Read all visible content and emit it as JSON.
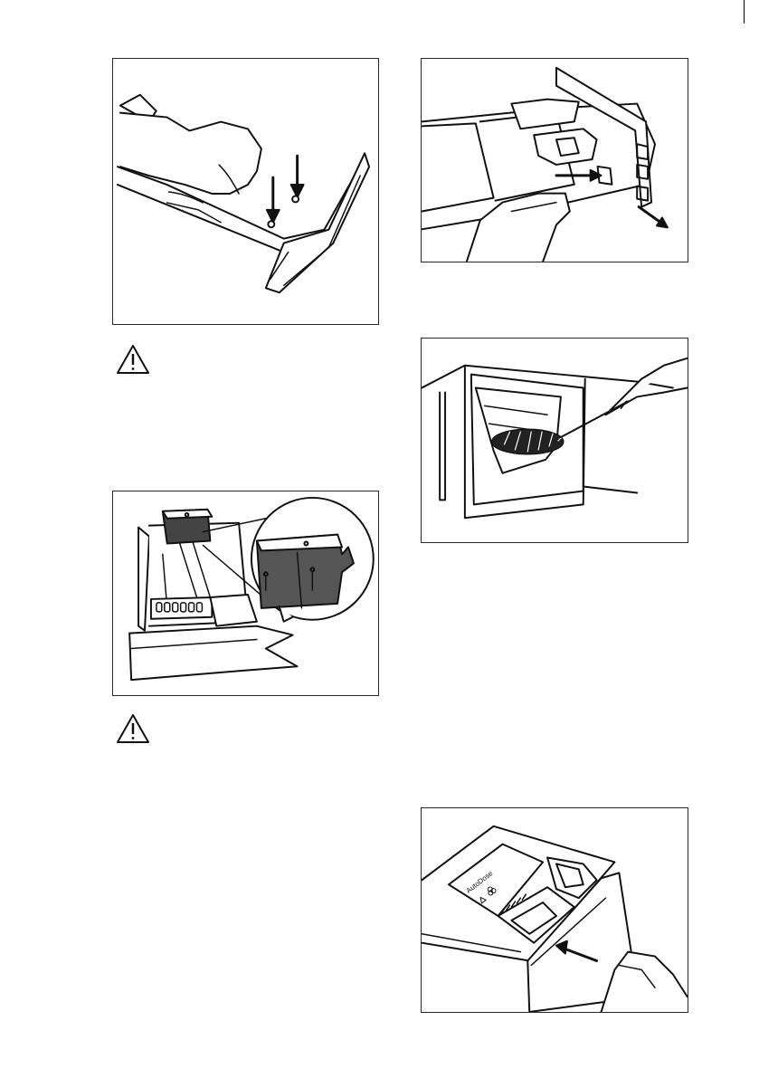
{
  "page": {
    "figures": [
      {
        "id": "fig-1",
        "icon": "hand-pressing-dispenser-icon"
      },
      {
        "id": "fig-2",
        "icon": "cleaning-dispenser-tube-icon"
      },
      {
        "id": "fig-3",
        "icon": "brush-cleaning-recess-icon"
      },
      {
        "id": "fig-4",
        "icon": "dispenser-flap-zoom-icon"
      },
      {
        "id": "fig-5",
        "icon": "insert-dispenser-drawer-icon"
      }
    ],
    "warnings": [
      {
        "icon": "warning-triangle-icon"
      },
      {
        "icon": "warning-triangle-icon"
      }
    ],
    "drawer_labels": {
      "brand": "AutoDose"
    }
  }
}
